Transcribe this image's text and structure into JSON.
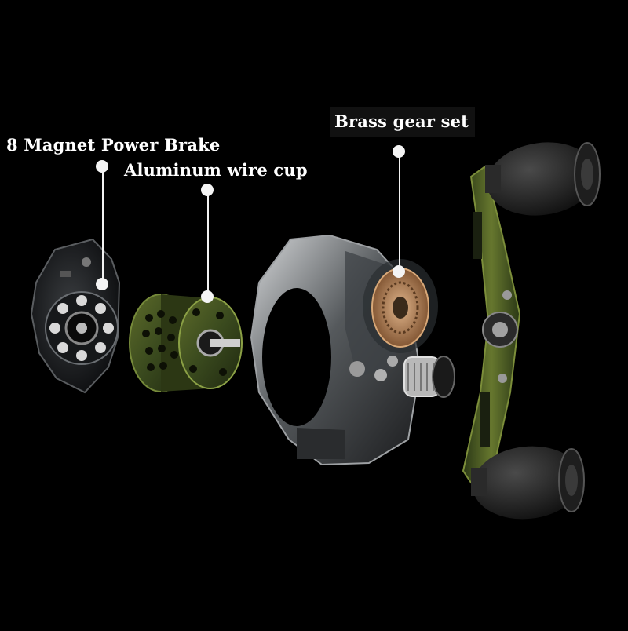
{
  "callouts": {
    "magnet_brake": "8 Magnet Power Brake",
    "wire_cup": "Aluminum wire cup",
    "gear_set": "Brass gear set"
  },
  "colors": {
    "background": "#000000",
    "accent_green": "#3a4a1e",
    "brass": "#b07a4e",
    "label_text": "#ffffff"
  }
}
